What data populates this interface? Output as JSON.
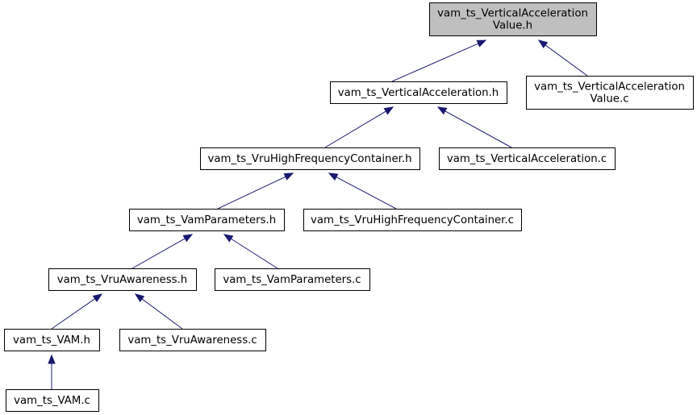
{
  "graph": {
    "root": "vam_ts_VerticalAccelerationValue.h",
    "nodes": [
      {
        "id": "n0",
        "lines": [
          "vam_ts_VerticalAcceleration",
          "Value.h"
        ],
        "highlight": true
      },
      {
        "id": "n1",
        "lines": [
          "vam_ts_VerticalAcceleration.h"
        ]
      },
      {
        "id": "n2",
        "lines": [
          "vam_ts_VerticalAcceleration",
          "Value.c"
        ]
      },
      {
        "id": "n3",
        "lines": [
          "vam_ts_VruHighFrequencyContainer.h"
        ]
      },
      {
        "id": "n4",
        "lines": [
          "vam_ts_VerticalAcceleration.c"
        ]
      },
      {
        "id": "n5",
        "lines": [
          "vam_ts_VamParameters.h"
        ]
      },
      {
        "id": "n6",
        "lines": [
          "vam_ts_VruHighFrequencyContainer.c"
        ]
      },
      {
        "id": "n7",
        "lines": [
          "vam_ts_VruAwareness.h"
        ]
      },
      {
        "id": "n8",
        "lines": [
          "vam_ts_VamParameters.c"
        ]
      },
      {
        "id": "n9",
        "lines": [
          "vam_ts_VAM.h"
        ]
      },
      {
        "id": "n10",
        "lines": [
          "vam_ts_VruAwareness.c"
        ]
      },
      {
        "id": "n11",
        "lines": [
          "vam_ts_VAM.c"
        ]
      }
    ],
    "edges": [
      {
        "from": "n1",
        "to": "n0"
      },
      {
        "from": "n2",
        "to": "n0"
      },
      {
        "from": "n3",
        "to": "n1"
      },
      {
        "from": "n4",
        "to": "n1"
      },
      {
        "from": "n5",
        "to": "n3"
      },
      {
        "from": "n6",
        "to": "n3"
      },
      {
        "from": "n7",
        "to": "n5"
      },
      {
        "from": "n8",
        "to": "n5"
      },
      {
        "from": "n9",
        "to": "n7"
      },
      {
        "from": "n10",
        "to": "n7"
      },
      {
        "from": "n11",
        "to": "n9"
      }
    ],
    "colors": {
      "edge": "#191970",
      "root_fill": "#bfbfbf",
      "node_fill": "#ffffff",
      "border": "#000000"
    }
  }
}
